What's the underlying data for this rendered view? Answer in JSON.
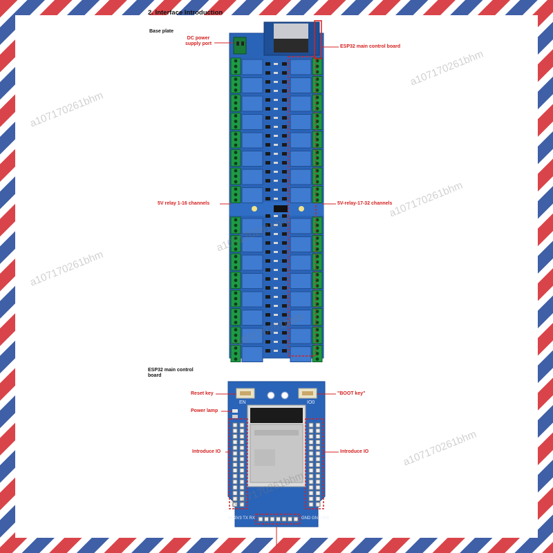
{
  "heading": "2. Interface Introduction",
  "labels": {
    "base_plate": "Base plate",
    "dc_power": "DC power supply port",
    "esp32_board": "ESP32 main control board",
    "relay_left": "5V relay 1-16 channels",
    "relay_right": "5V-relay-17-32 channels",
    "esp32_title": "ESP32 main control board",
    "reset_key": "Reset key",
    "boot_key": "\"BOOT key\"",
    "power_lamp": "Power lamp",
    "io_left": "Introduce IO",
    "io_right": "Introduce IO"
  },
  "silkscreen": {
    "en": "EN",
    "io0": "IO0",
    "pins_left": "5V 3V3 TX RX",
    "pins_right": "GND GND IO0"
  },
  "watermark": "a107170261bhm",
  "colors": {
    "board_blue": "#2a64b8",
    "relay_blue": "#3f7bd0",
    "terminal_green": "#1f9a45",
    "label_red": "#d52020",
    "stripe_red": "#d9444a",
    "stripe_blue": "#3f5fa6"
  }
}
